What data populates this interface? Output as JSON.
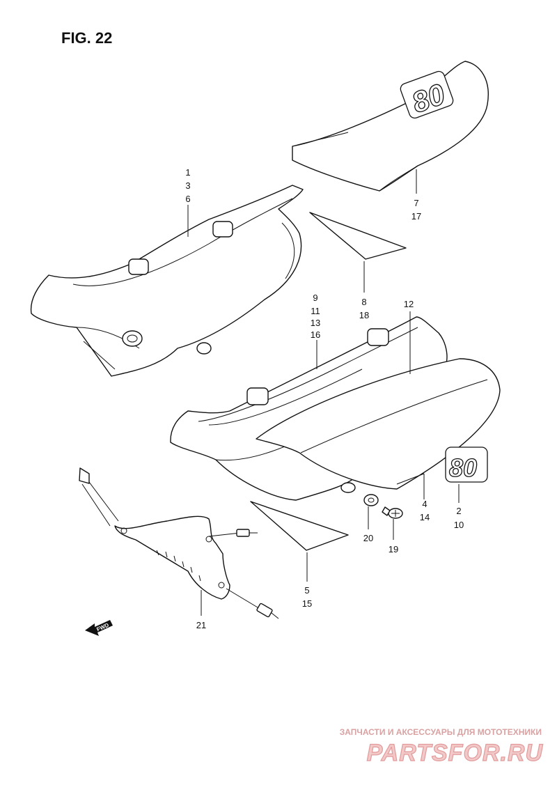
{
  "figure": {
    "title": "FIG. 22"
  },
  "callouts": {
    "frame_cover_left": [
      "1",
      "3",
      "6"
    ],
    "seat": [
      "7",
      "17"
    ],
    "seat_pad": [
      "8",
      "18"
    ],
    "frame_cover_right": [
      "9",
      "11",
      "13",
      "16"
    ],
    "cover_mark": [
      "12"
    ],
    "side_panel": [
      "4",
      "14"
    ],
    "emblem": [
      "2",
      "10"
    ],
    "grommet": [
      "20"
    ],
    "screw": [
      "19"
    ],
    "lower_pad": [
      "5",
      "15"
    ],
    "bracket": [
      "21"
    ]
  },
  "emblems": {
    "seat": "80",
    "side": "80"
  },
  "fwd_arrow": {
    "label": "FWD"
  },
  "watermark": {
    "tagline": "ЗАПЧАСТИ И АКСЕССУАРЫ ДЛЯ МОТОТЕХНИКИ",
    "brand": "PARTSFOR.RU"
  }
}
